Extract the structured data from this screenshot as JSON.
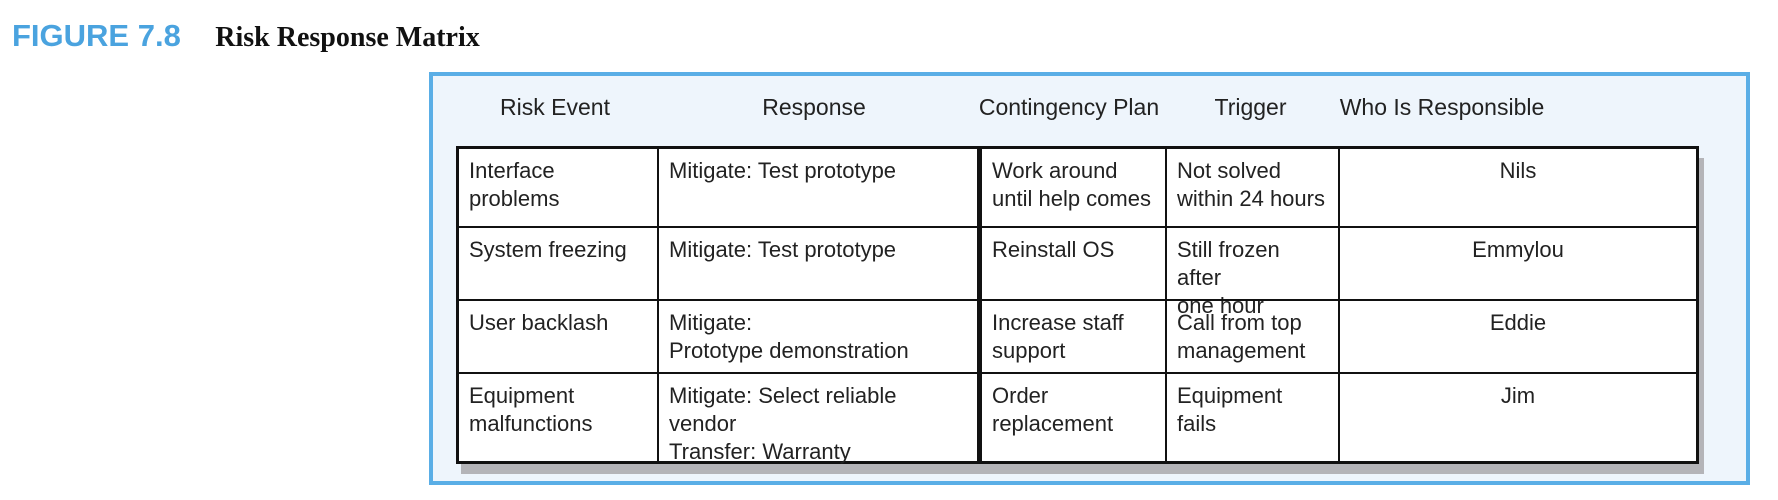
{
  "figure": {
    "number": "FIGURE 7.8",
    "title": "Risk Response Matrix"
  },
  "matrix": {
    "headers": [
      "Risk Event",
      "Response",
      "Contingency Plan",
      "Trigger",
      "Who Is Responsible"
    ],
    "rows": [
      [
        "Interface problems",
        "Mitigate: Test prototype",
        "Work around\nuntil help comes",
        "Not solved\nwithin 24 hours",
        "Nils"
      ],
      [
        "System freezing",
        "Mitigate: Test prototype",
        "Reinstall OS",
        "Still frozen after\none hour",
        "Emmylou"
      ],
      [
        "User backlash",
        "Mitigate:\nPrototype demonstration",
        "Increase staff\nsupport",
        "Call from top\nmanagement",
        "Eddie"
      ],
      [
        "Equipment\nmalfunctions",
        "Mitigate: Select reliable vendor\nTransfer: Warranty",
        "Order\nreplacement",
        "Equipment\nfails",
        "Jim"
      ]
    ]
  },
  "colors": {
    "figure_number": "#4aa3df",
    "frame_border": "#5aaee6",
    "frame_background": "#eef5fc",
    "table_shadow": "#b4b4b8"
  }
}
